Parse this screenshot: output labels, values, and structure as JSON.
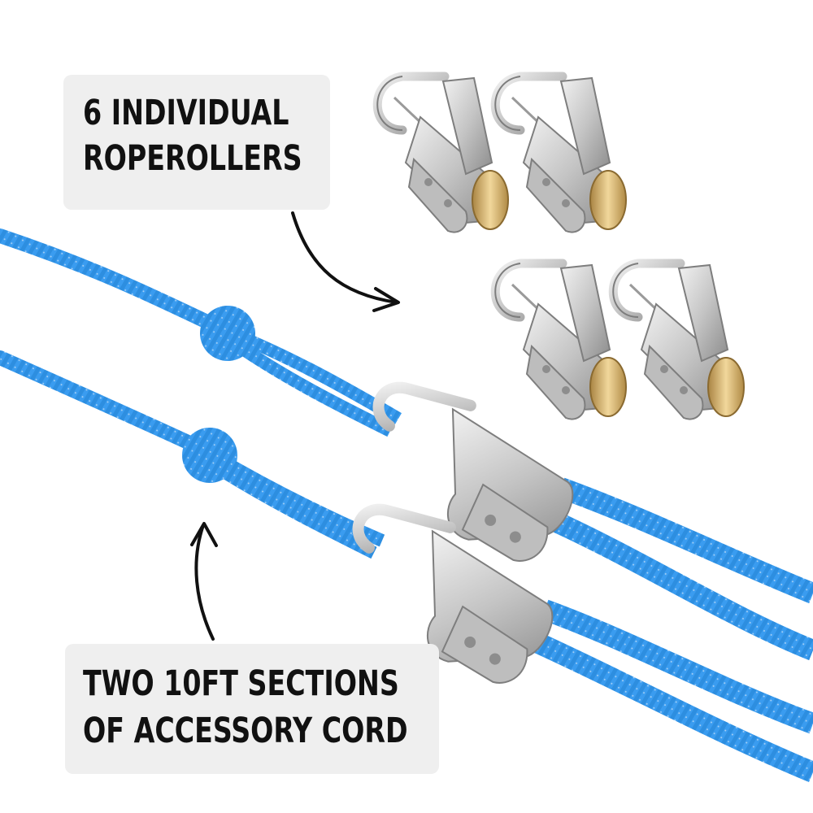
{
  "callouts": {
    "top": {
      "line1": "6 INDIVIDUAL",
      "line2": "ROPEROLLERS"
    },
    "bottom": {
      "line1": "TWO 10FT SECTIONS",
      "line2": "OF ACCESSORY CORD"
    }
  },
  "colors": {
    "background": "#ffffff",
    "callout_bg": "#efefef",
    "text": "#111111",
    "cord_blue": "#2f8fe0",
    "cord_dark": "#1c6fbd",
    "metal": "#c9c9c9",
    "metal_dark": "#8f8f8f",
    "brass": "#d8b36a"
  },
  "items": {
    "roperollers_count": 6,
    "cord_sections": 2
  }
}
